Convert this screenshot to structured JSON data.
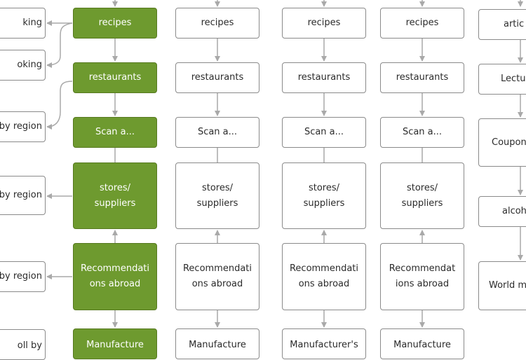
{
  "colors": {
    "highlight": "#6e9a2f",
    "highlight_border": "#56791f",
    "connector": "#a9a9a9",
    "node_border": "#8a8a8a"
  },
  "left_column": {
    "item1": "king",
    "item2": "oking",
    "item3": "by region",
    "item4": "by region",
    "item5": "by region",
    "item6": "oll by"
  },
  "columns": [
    {
      "recipes": "recipes",
      "restaurants": "restaurants",
      "scan": "Scan a...",
      "stores": "stores/\nsuppliers",
      "recommendations": "Recommendati\nons abroad",
      "manufacturer": "Manufacture"
    },
    {
      "recipes": "recipes",
      "restaurants": "restaurants",
      "scan": "Scan a...",
      "stores": "stores/\nsuppliers",
      "recommendations": "Recommendati\nons abroad",
      "manufacturer": "Manufacture"
    },
    {
      "recipes": "recipes",
      "restaurants": "restaurants",
      "scan": "Scan a...",
      "stores": "stores/\nsuppliers",
      "recommendations": "Recommendati\nons abroad",
      "manufacturer": "Manufacturer's"
    },
    {
      "recipes": "recipes",
      "restaurants": "restaurants",
      "scan": "Scan a...",
      "stores": "stores/\nsuppliers",
      "recommendations": "Recommendat\nions abroad",
      "manufacturer": "Manufacture"
    }
  ],
  "right_column": {
    "articles": "artic",
    "lecture": "Lectu",
    "coupons": "Coupon\ndiscou",
    "alcohol": "alcoh",
    "world": "World m\nallerg"
  }
}
